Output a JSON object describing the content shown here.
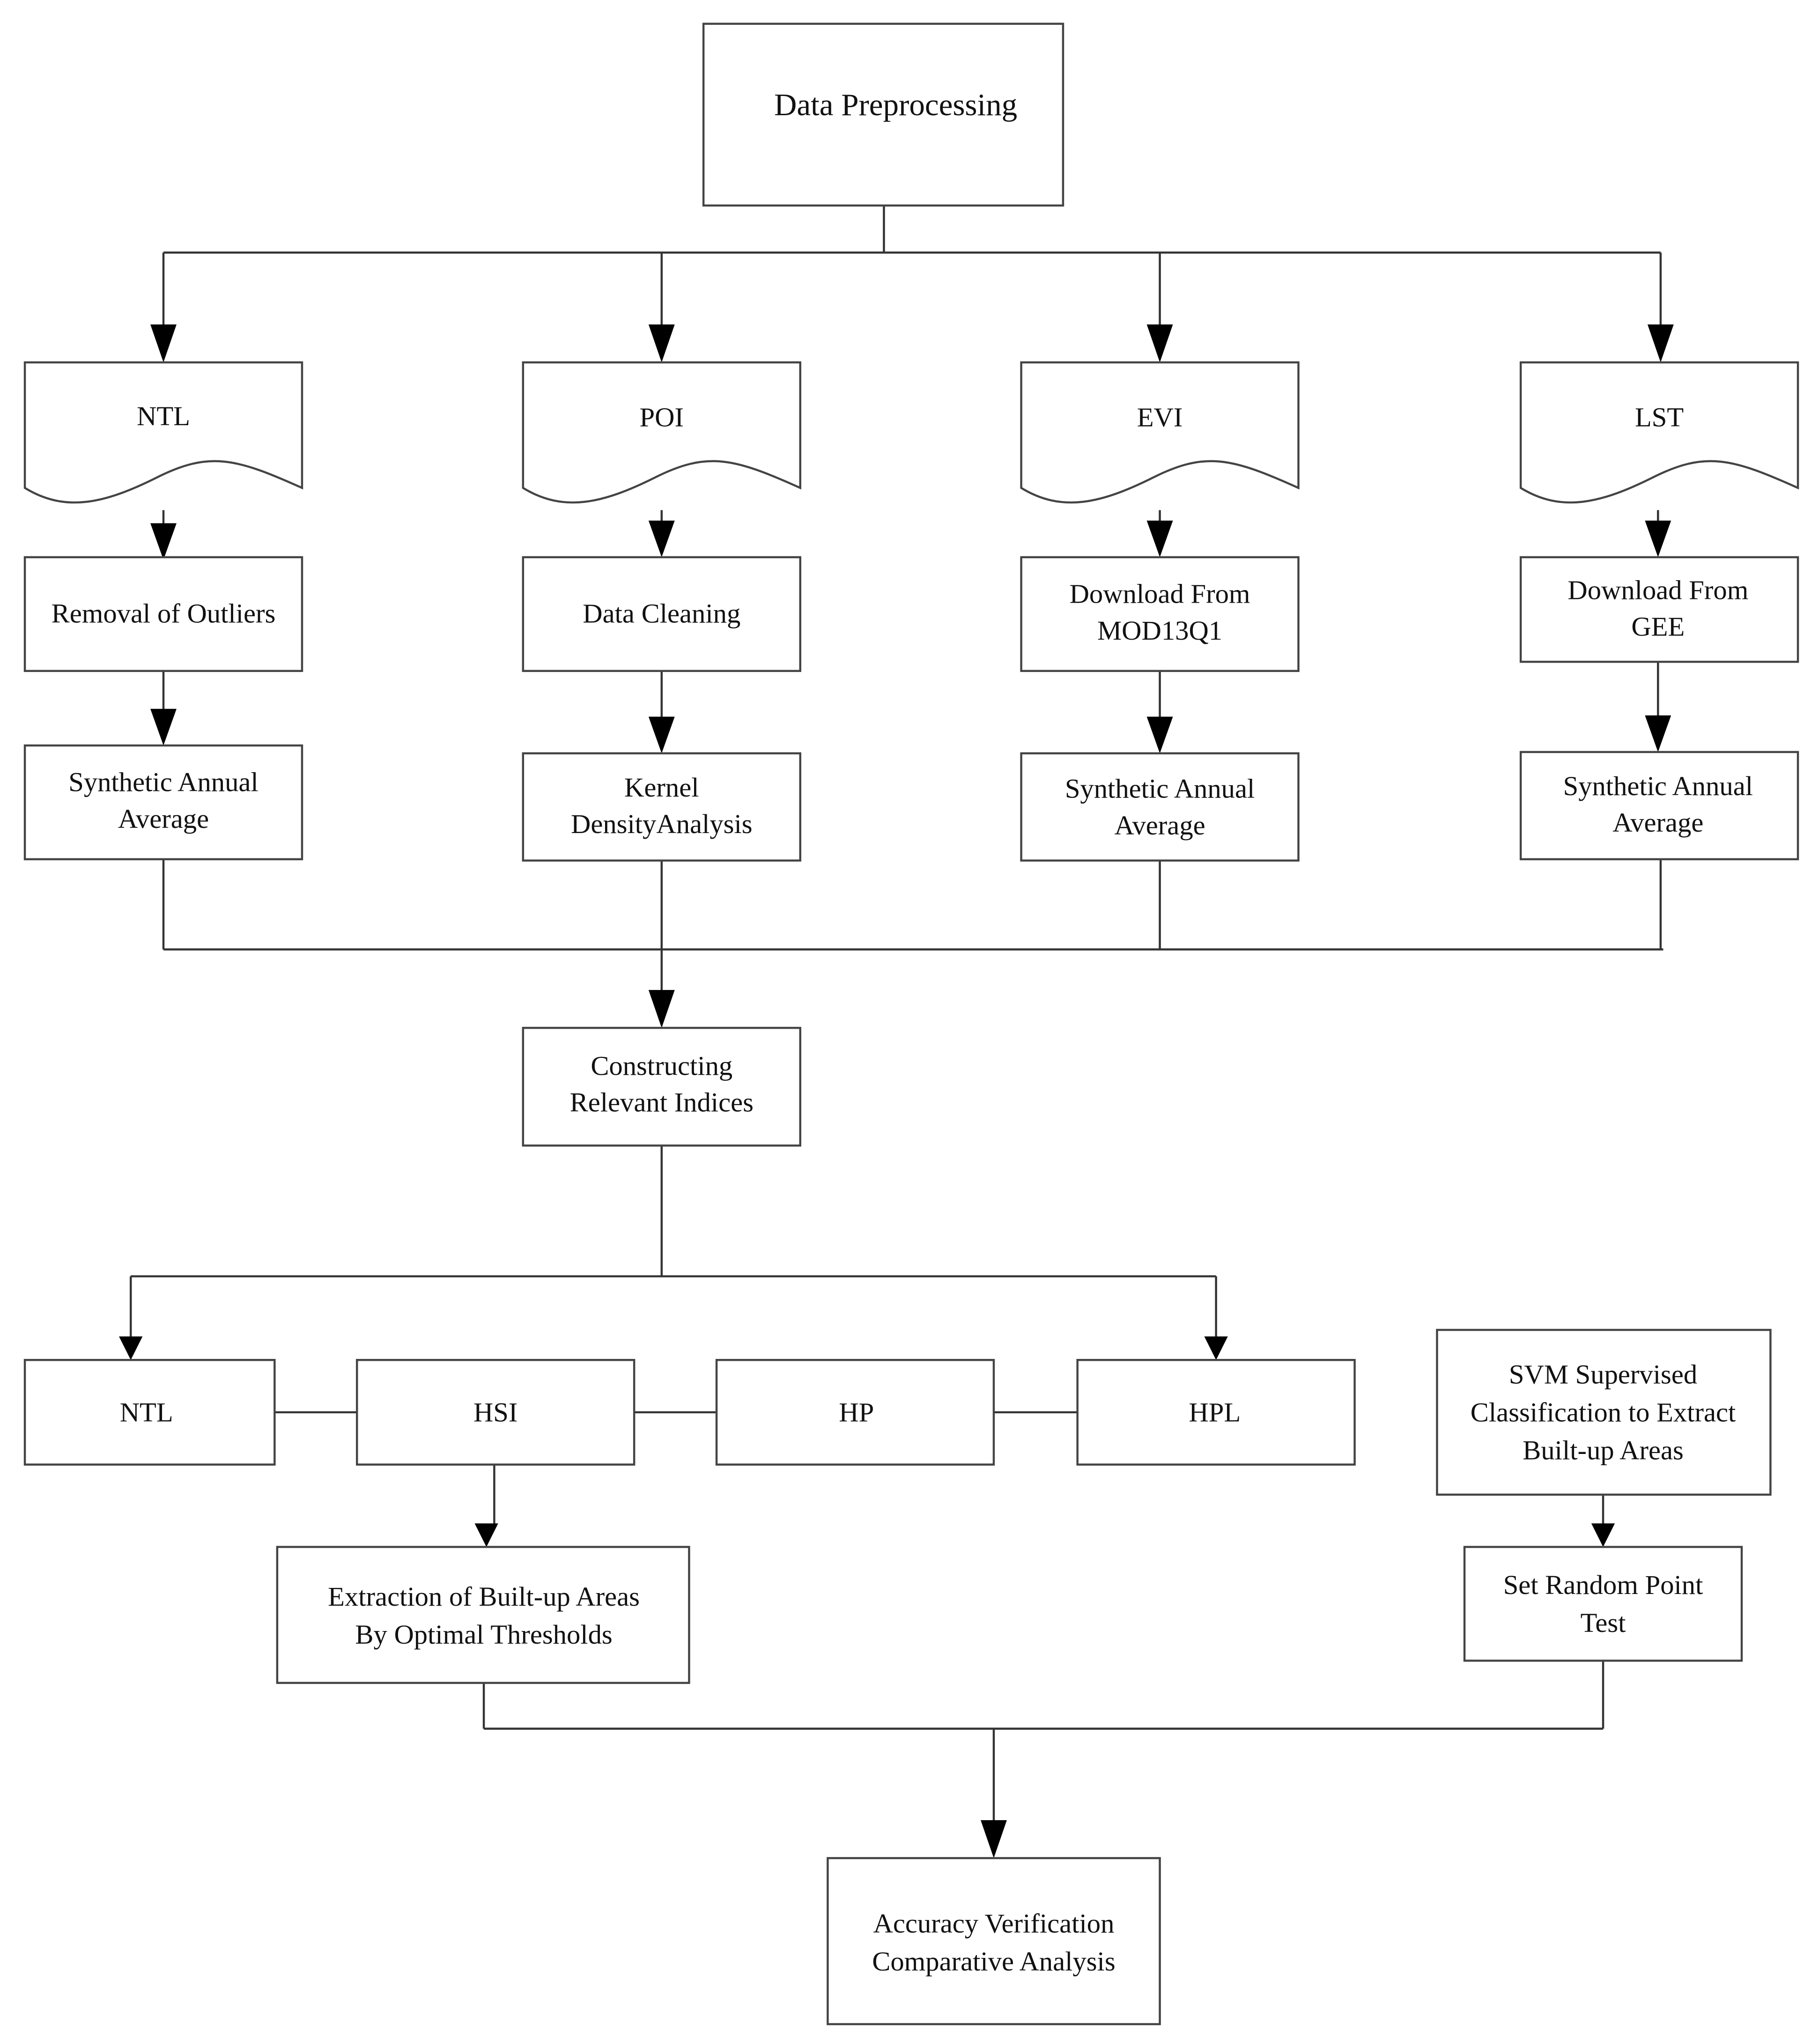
{
  "nodes": {
    "preprocessing": [
      "Data Preprocessing"
    ],
    "doc_ntl": [
      "NTL"
    ],
    "doc_poi": [
      "POI"
    ],
    "doc_evi": [
      "EVI"
    ],
    "doc_lst": [
      "LST"
    ],
    "removal_outliers": [
      "Removal of Outliers"
    ],
    "data_cleaning": [
      "Data Cleaning"
    ],
    "download_mod13q1": [
      "Download From",
      "MOD13Q1"
    ],
    "download_gee": [
      "Download From",
      "GEE"
    ],
    "ntl_synthetic": [
      "Synthetic Annual",
      "Average"
    ],
    "kernel_density": [
      "Kernel",
      "DensityAnalysis"
    ],
    "evi_synthetic": [
      "Synthetic Annual",
      "Average"
    ],
    "lst_synthetic": [
      "Synthetic Annual",
      "Average"
    ],
    "constructing": [
      "Constructing",
      "Relevant Indices"
    ],
    "idx_ntl": [
      "NTL"
    ],
    "idx_hsi": [
      "HSI"
    ],
    "idx_hp": [
      "HP"
    ],
    "idx_hpl": [
      "HPL"
    ],
    "svm": [
      "SVM Supervised",
      "Classification to Extract",
      "Built-up Areas"
    ],
    "random_point": [
      "Set Random Point",
      "Test"
    ],
    "extraction": [
      "Extraction of Built-up Areas",
      "By Optimal Thresholds"
    ],
    "accuracy": [
      "Accuracy Verification",
      "Comparative Analysis"
    ]
  }
}
